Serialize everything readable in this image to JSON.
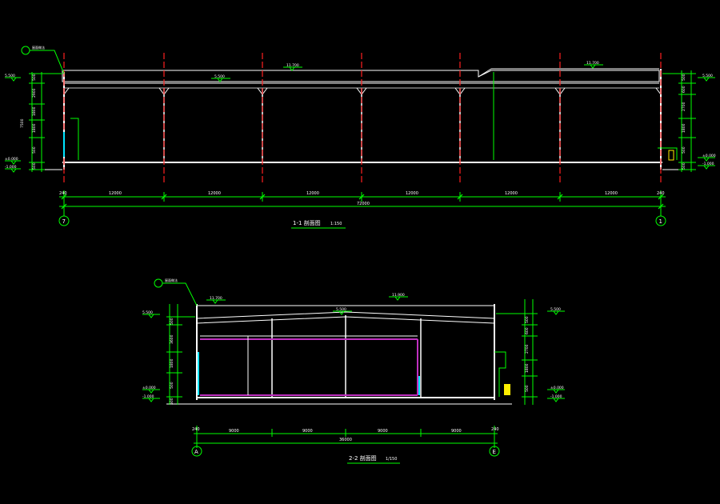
{
  "colors": {
    "background": "#000000",
    "outline": "#ffffff",
    "dimension": "#00ff00",
    "axis": "#ff2020",
    "purple": "#c030c0",
    "cyan": "#00e5ff",
    "yellow": "#ffee00",
    "green_text": "#33ff33"
  },
  "section_1": {
    "title": "1-1 剖面图",
    "scale": "1:150",
    "axis_left": "7",
    "axis_right": "1",
    "dims": [
      "240",
      "12000",
      "12000",
      "12000",
      "12000",
      "12000",
      "12000",
      "240"
    ],
    "total": "72000",
    "elev_left": [
      "5.500",
      "±0.000",
      "-1.000"
    ],
    "elev_right": [
      "5.500",
      "±0.000",
      "-1.000"
    ],
    "elev_top": [
      "11.700",
      "5.500"
    ],
    "height_dims_left": [
      "500",
      "2900",
      "1800",
      "1800",
      "500",
      "500"
    ],
    "height_dims_right": [
      "500",
      "600",
      "2700",
      "1800",
      "500",
      "500"
    ],
    "roof_note": "11.700",
    "callout": "屋面做法"
  },
  "section_2": {
    "title": "2-2 剖面图",
    "scale": "1/150",
    "axis_left": "A",
    "axis_right": "E",
    "dims": [
      "240",
      "9000",
      "9000",
      "9000",
      "9000",
      "240"
    ],
    "total": "36000",
    "elev_left": [
      "5.500",
      "±0.000",
      "-1.000"
    ],
    "elev_right": [
      "5.500",
      "±0.000",
      "-1.000"
    ],
    "elev_top": [
      "11.700",
      "11.900",
      "5.500"
    ],
    "height_dims_left": [
      "500",
      "3600",
      "1800",
      "500",
      "500"
    ],
    "height_dims_right": [
      "500",
      "600",
      "2700",
      "1800",
      "500"
    ],
    "callout": "屋面做法"
  }
}
